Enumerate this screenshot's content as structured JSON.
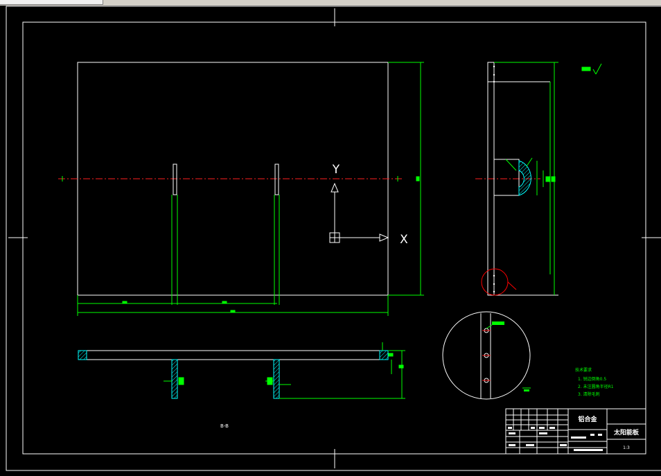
{
  "axes_icon": {
    "y_label": "Y",
    "x_label": "X"
  },
  "section_label": "B-B",
  "tech_notes": {
    "title": "技术要求",
    "items": [
      "1. 锐边倒角0.5",
      "2. 未注圆角半径R1",
      "3. 清除毛刺"
    ]
  },
  "title_block": {
    "material": "铝合金",
    "part_name": "太阳能板",
    "scale": "1:3"
  },
  "colors": {
    "background": "#000000",
    "outline": "#ffffff",
    "dimension": "#00ff00",
    "centerline": "#ff2020",
    "hatch": "#00ffff",
    "detail_circle": "#ff0000"
  }
}
